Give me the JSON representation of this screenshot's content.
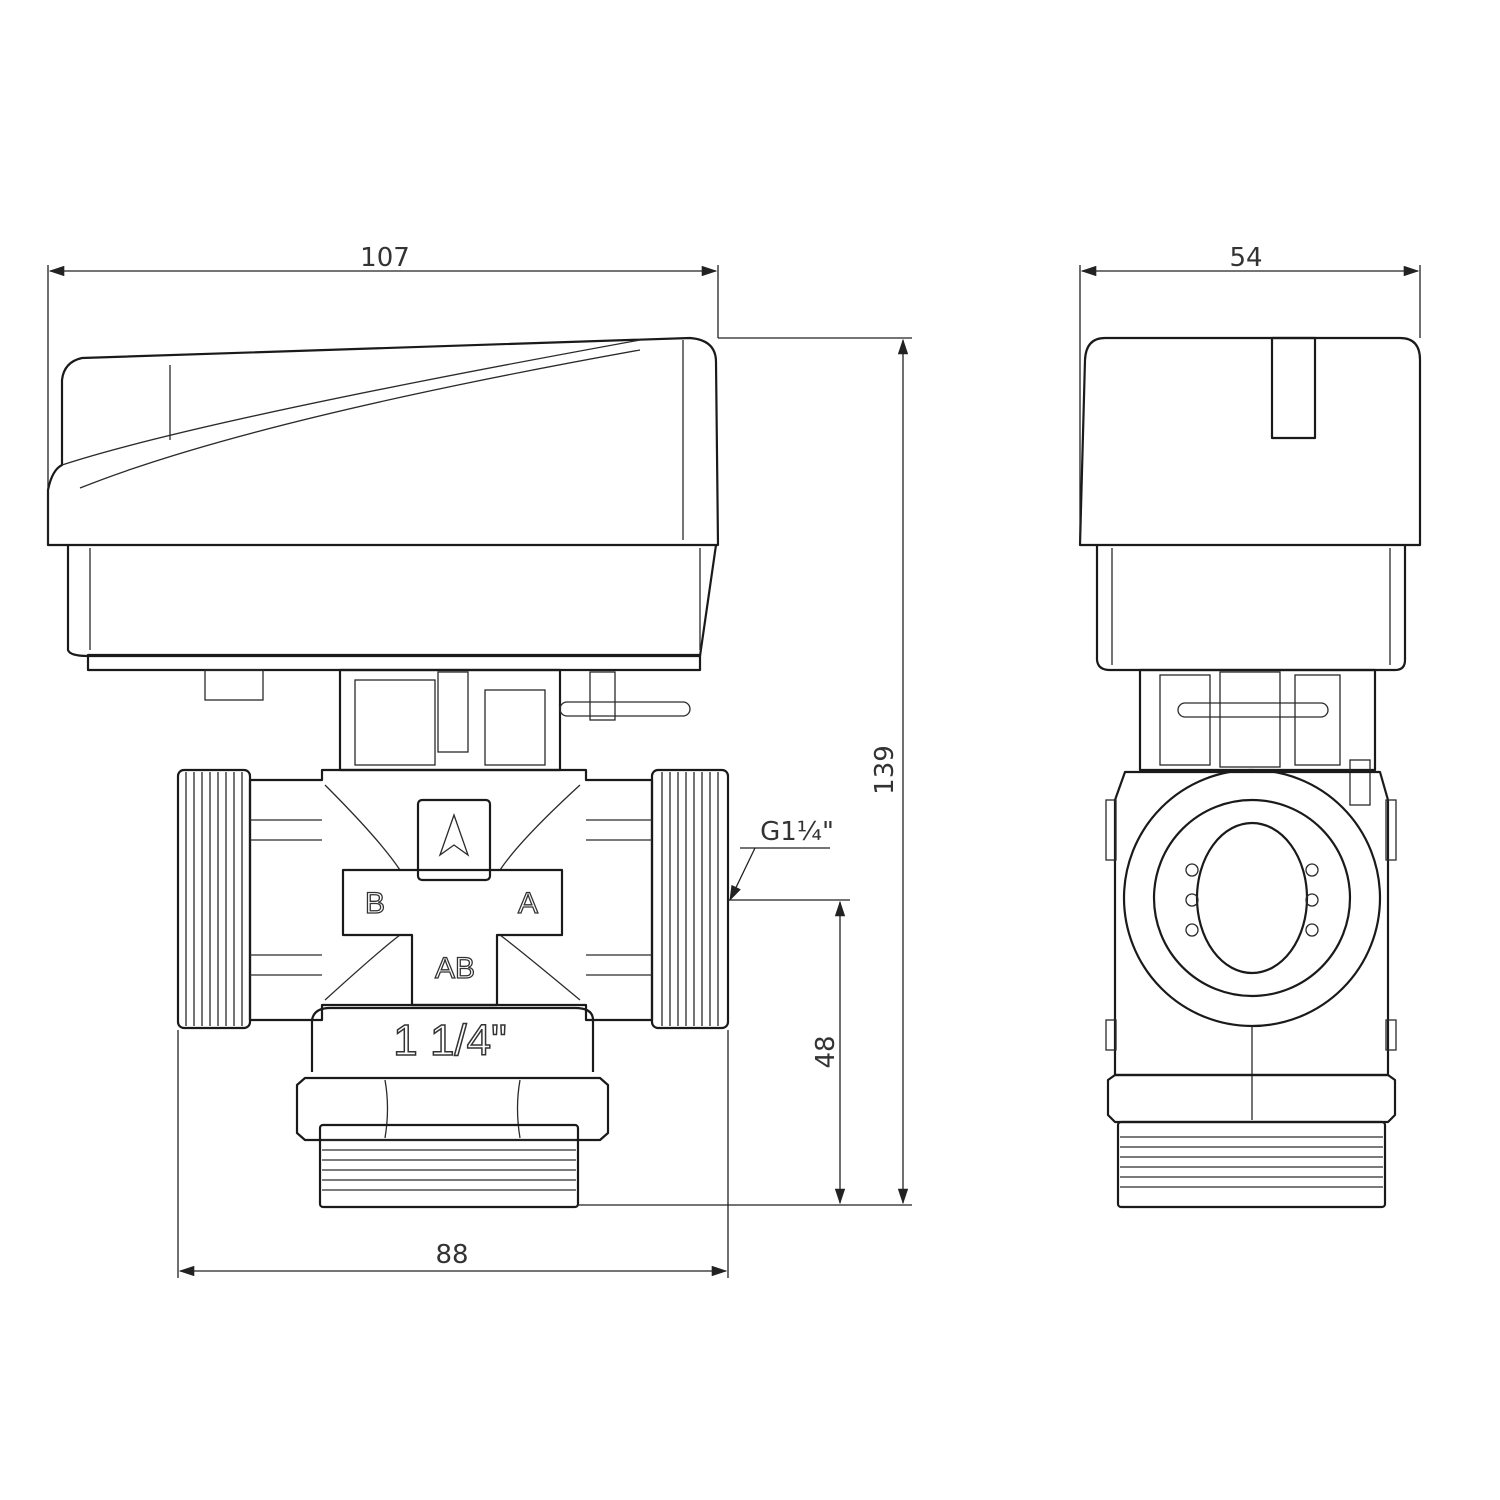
{
  "dimensions": {
    "overall_width": "107",
    "side_width": "54",
    "overall_height": "139",
    "port_height": "48",
    "body_width": "88",
    "thread_callout": "G1¼\""
  },
  "valve_markings": {
    "port_b": "B",
    "port_a": "A",
    "port_ab": "AB",
    "size": "1 1/4\""
  }
}
